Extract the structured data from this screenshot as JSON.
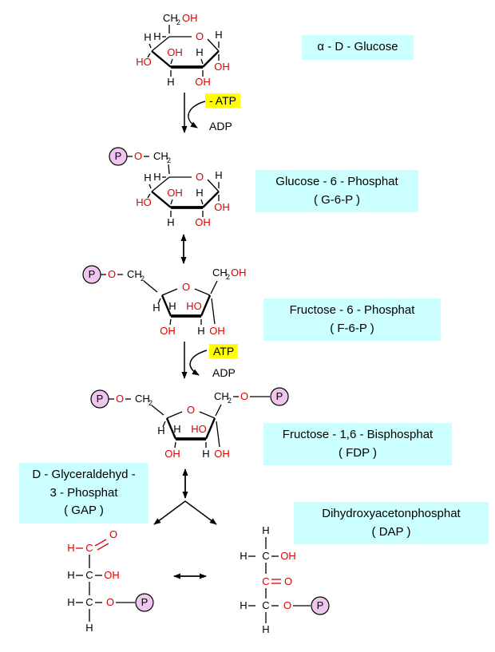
{
  "atoms": {
    "H": "H",
    "C": "C",
    "O": "O",
    "OH": "OH",
    "HO": "HO",
    "CH": "CH",
    "sub2": "2",
    "P": "P"
  },
  "labels": {
    "glucose": "α - D - Glucose",
    "g6p": [
      "Glucose - 6 - Phosphat",
      "( G-6-P )"
    ],
    "f6p": [
      "Fructose - 6 - Phosphat",
      "( F-6-P )"
    ],
    "fdp": [
      "Fructose - 1,6 - Bisphosphat",
      "( FDP )"
    ],
    "gap": [
      "D - Glyceraldehyd -",
      "3 - Phosphat",
      "( GAP )"
    ],
    "dap": [
      "Dihydroxyacetonphosphat",
      "( DAP )"
    ]
  },
  "reagents": {
    "atp1": "- ATP",
    "adp1": "ADP",
    "atp2": "ATP",
    "adp2": "ADP"
  },
  "colors": {
    "background": "#ffffff",
    "label_bg": "#ccffff",
    "atp_bg": "#ffff00",
    "phosphate_bg": "#eec6ee",
    "red": "#dd0000"
  }
}
